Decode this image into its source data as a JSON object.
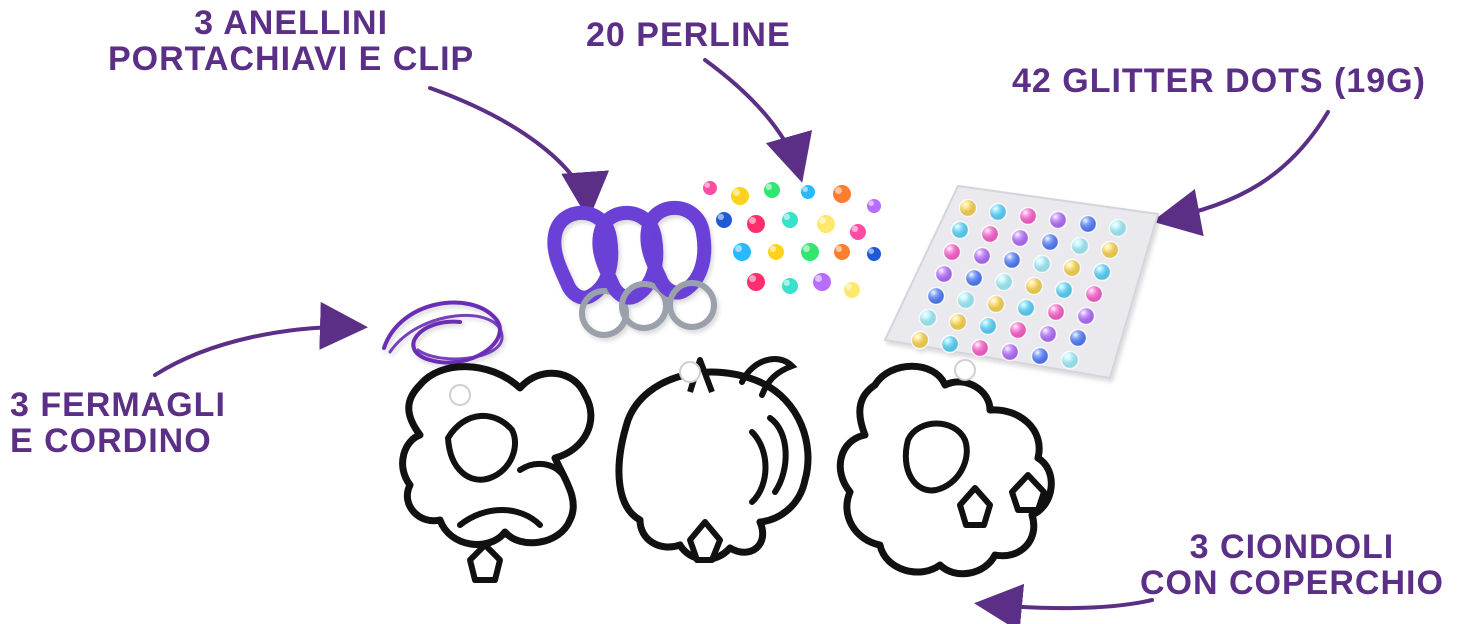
{
  "labels": {
    "anellini": {
      "line1": "3 ANELLINI",
      "line2": "PORTACHIAVI E CLIP"
    },
    "perline": {
      "line1": "20 PERLINE"
    },
    "glitter": {
      "line1": "42 GLITTER DOTS (19g)"
    },
    "fermagli": {
      "line1": "3 FERMAGLI",
      "line2": "E CORDINO"
    },
    "ciondoli": {
      "line1": "3 CIONDOLI",
      "line2": "CON COPERCHIO"
    }
  },
  "colors": {
    "label": "#5b2f86",
    "arrow": "#5b2f86",
    "clip": "#6b3fd6",
    "cord": "#6a2db6",
    "outline": "#111111",
    "tray": "#e9e9ee"
  },
  "beads": {
    "palette": [
      "#ff4aa2",
      "#ffd21c",
      "#2ee66f",
      "#26b7ff",
      "#ff7b2a",
      "#b86bff",
      "#1a57d6",
      "#ff2b6b",
      "#34e1c9",
      "#ffe86a"
    ]
  },
  "glitter_dots": {
    "palette": [
      "#ffd84a",
      "#56d6ff",
      "#ff5ccf",
      "#b36bff",
      "#4e7bff",
      "#a2f3ff"
    ]
  }
}
